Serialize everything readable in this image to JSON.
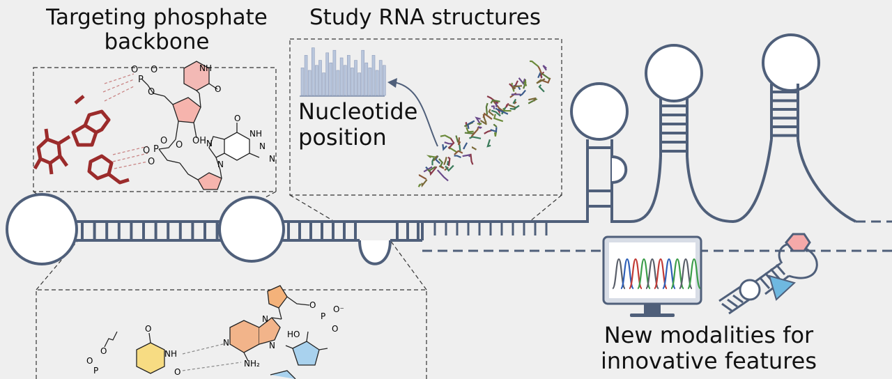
{
  "panels": {
    "phosphate": {
      "title_line1": "Targeting phosphate",
      "title_line2": "backbone"
    },
    "rna_structures": {
      "title": "Study RNA structures",
      "axis_label_line1": "Nucleotide",
      "axis_label_line2": "position"
    },
    "modalities": {
      "line1": "New modalities for",
      "line2": "innovative features"
    }
  },
  "chem_labels": {
    "oh": "OH",
    "nh": "NH",
    "n": "N",
    "o": "O",
    "p": "P",
    "o_minus": "O⁻",
    "ho": "HO",
    "nh2": "NH₂"
  },
  "colors": {
    "rna_strand": "#4f5f7a",
    "drug_red": "#9b2b2b",
    "uracil_pink": "#f3b9b5",
    "ribose_pink": "#f6b4ad",
    "purine_orange": "#f2b48a",
    "sugar_orange": "#f4b27a",
    "uracil_yellow": "#f7dc83",
    "sugar_blue": "#a9d2ee",
    "bar_blue": "#b9c6dc",
    "trace_colors": [
      "#5a5f6a",
      "#2e5fb8",
      "#c23b36",
      "#3c9d4a"
    ]
  },
  "bar_chart": {
    "values": [
      0.55,
      0.8,
      0.5,
      0.95,
      0.6,
      0.7,
      0.45,
      0.85,
      0.65,
      0.9,
      0.5,
      0.75,
      0.6,
      0.8,
      0.55,
      0.7,
      0.45,
      0.9,
      0.65,
      0.55,
      0.8,
      0.5,
      0.7,
      0.6
    ]
  },
  "icons": [
    "monitor-icon",
    "chromatogram-icon",
    "hexagon-icon",
    "triangle-icon",
    "rna-3d-structure-icon"
  ]
}
